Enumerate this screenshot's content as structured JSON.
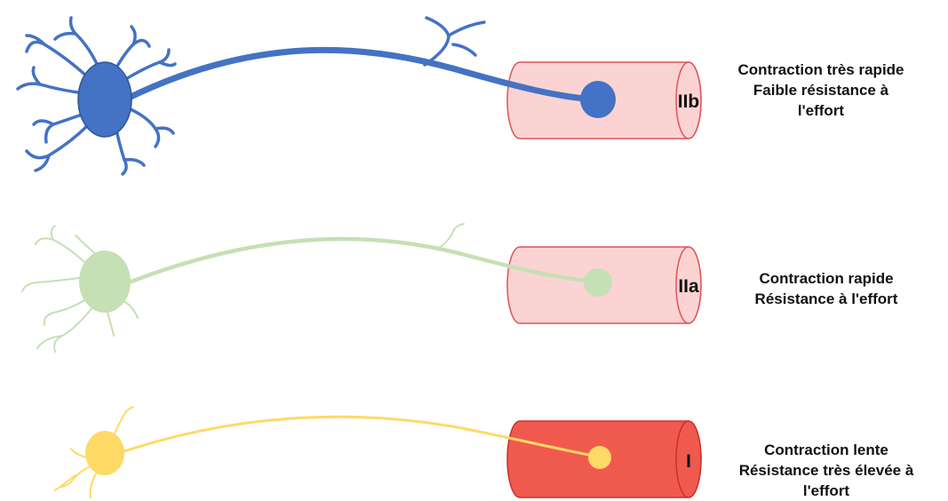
{
  "rows": [
    {
      "id": "iib",
      "fiber_label": "IIb",
      "neuron_color": "#4472C4",
      "fiber_fill": "#FBD3D3",
      "fiber_stroke": "#E0535A",
      "description": [
        "Contraction très rapide",
        "Faible résistance à",
        "l'effort"
      ]
    },
    {
      "id": "iia",
      "fiber_label": "IIa",
      "neuron_color": "#C5E0B4",
      "fiber_fill": "#FBD3D3",
      "fiber_stroke": "#E0535A",
      "description": [
        "Contraction rapide",
        "Résistance à l'effort"
      ]
    },
    {
      "id": "i",
      "fiber_label": "I",
      "neuron_color": "#FFD966",
      "fiber_fill": "#F05A4E",
      "fiber_stroke": "#C9302C",
      "description": [
        "Contraction lente",
        "Résistance très élevée à",
        "l'effort"
      ]
    }
  ]
}
